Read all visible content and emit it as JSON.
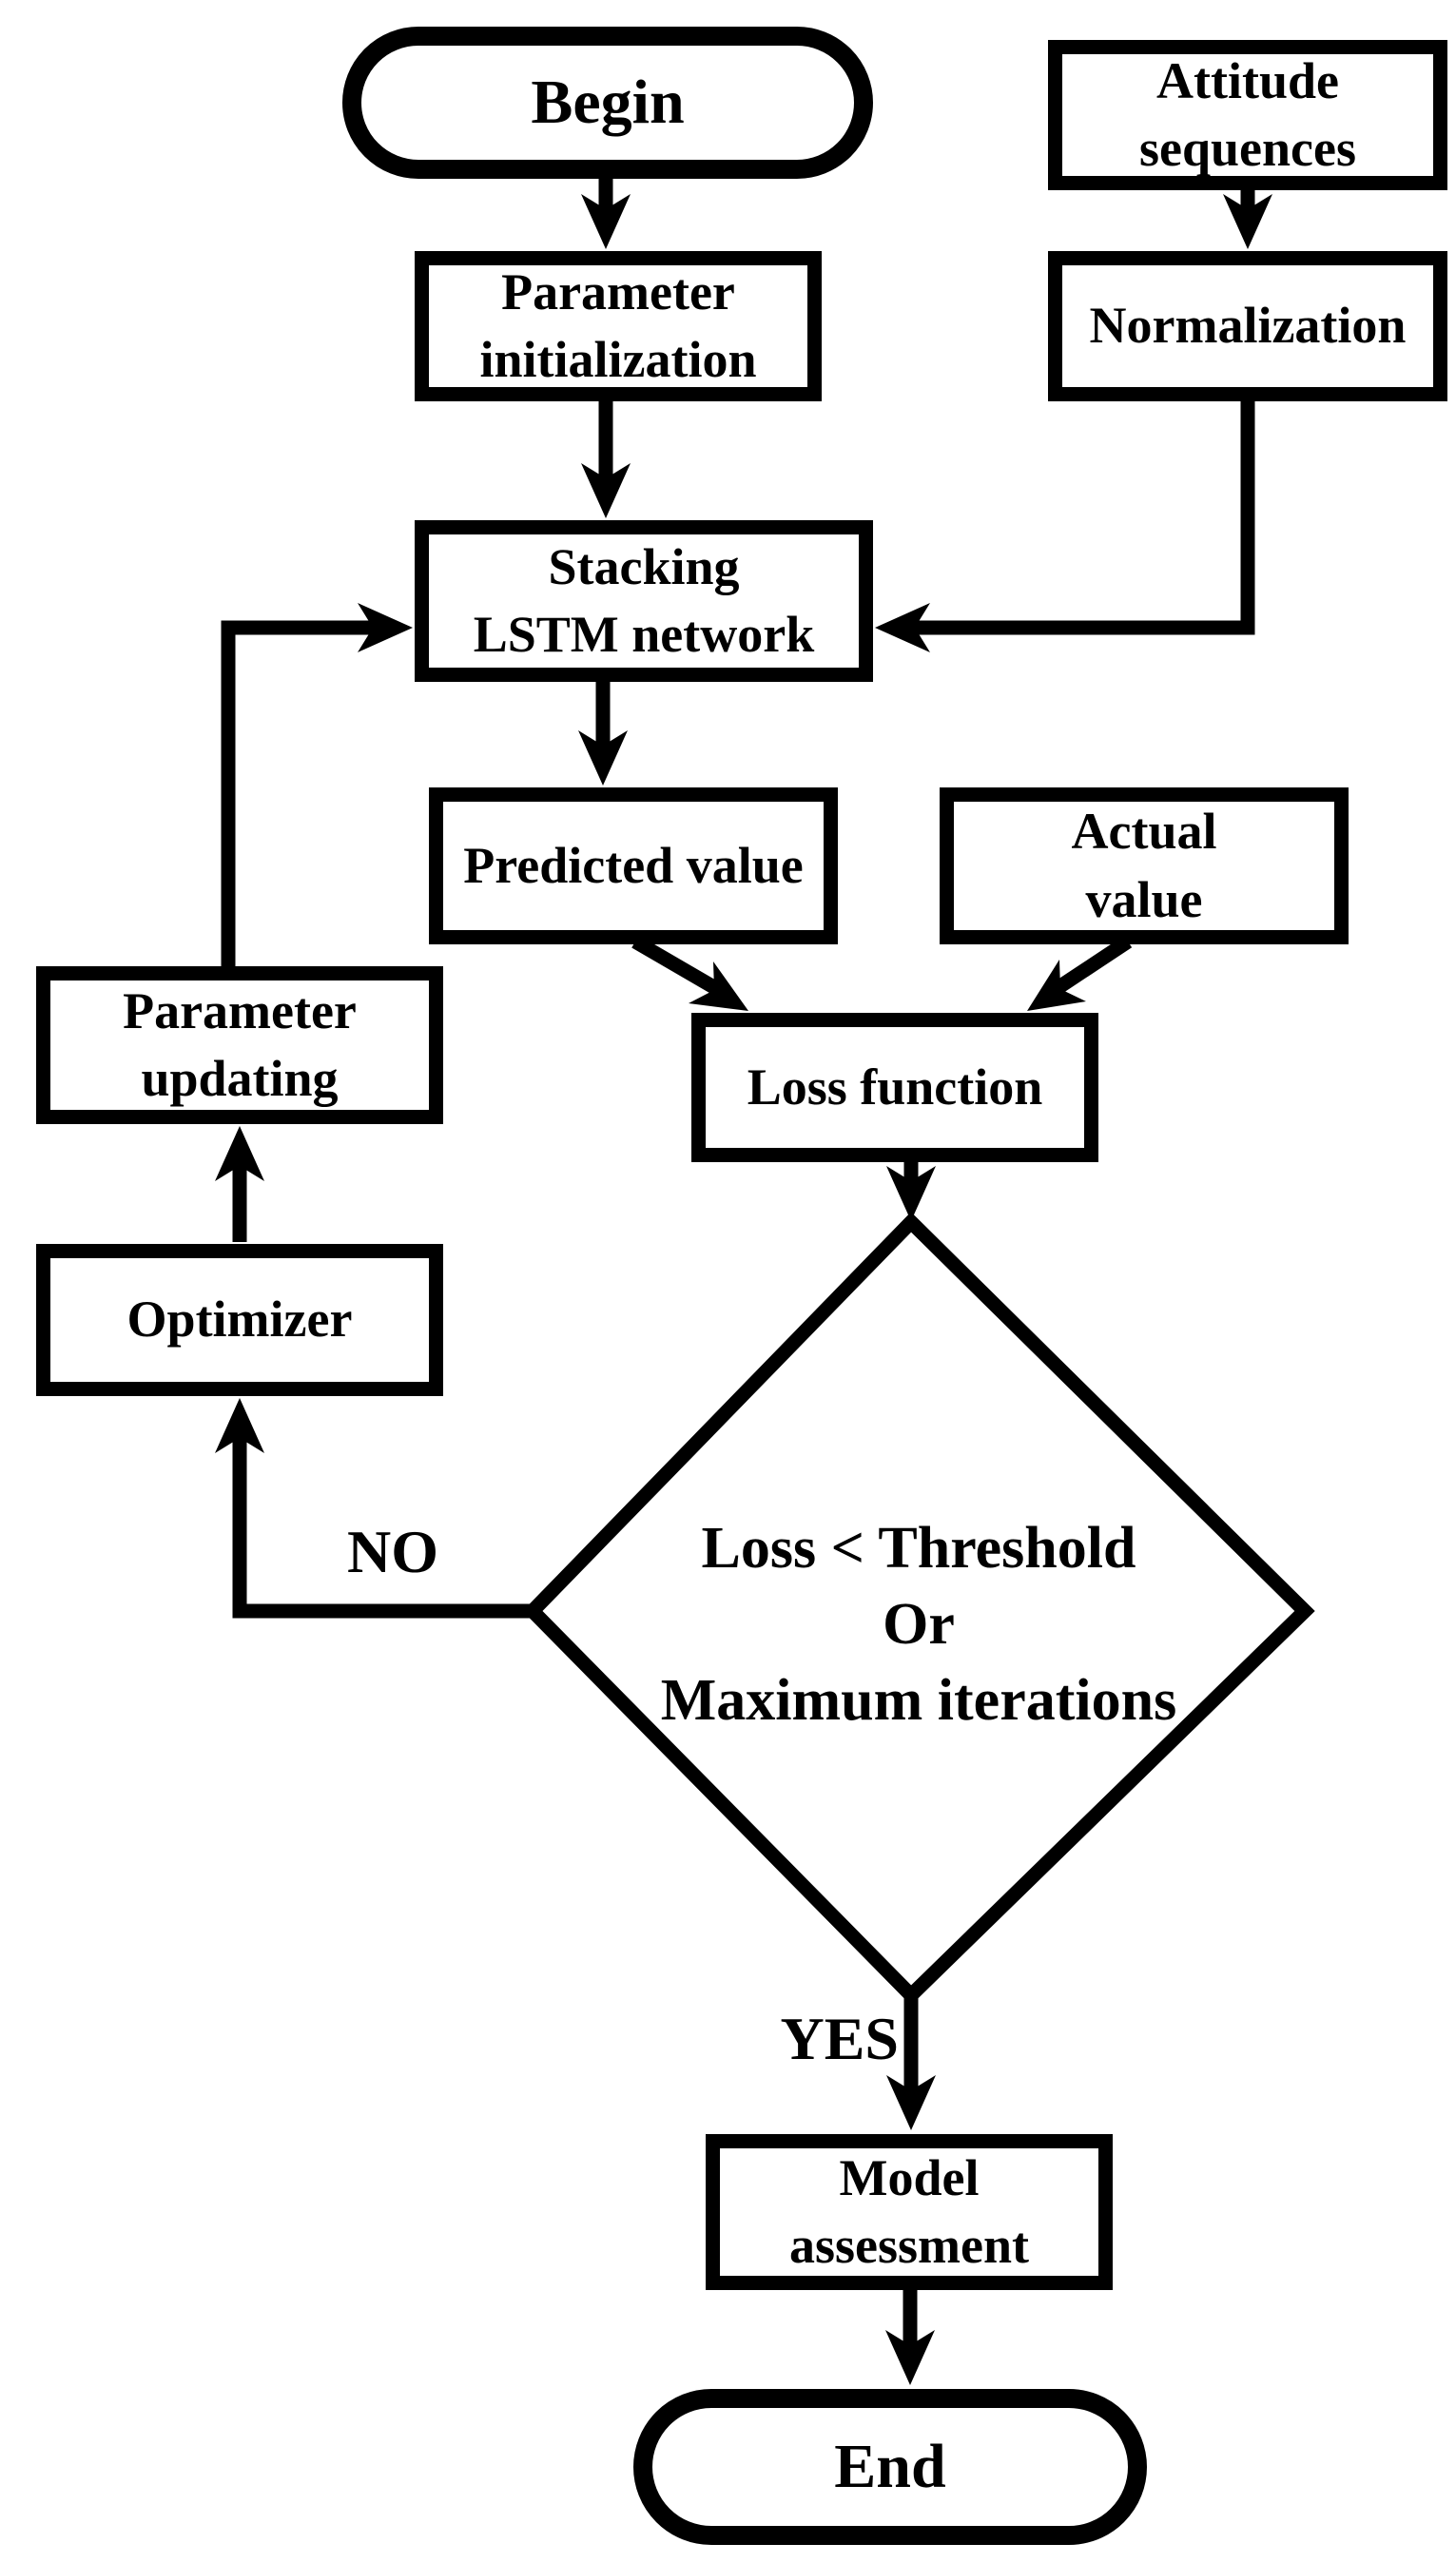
{
  "colors": {
    "ink": "#000000",
    "paper": "#ffffff"
  },
  "nodes": {
    "begin": {
      "shape": "terminator",
      "lines": [
        "Begin"
      ]
    },
    "attitude": {
      "shape": "process",
      "lines": [
        "Attitude",
        "sequences"
      ]
    },
    "param_init": {
      "shape": "process",
      "lines": [
        "Parameter",
        "initialization"
      ]
    },
    "normalization": {
      "shape": "process",
      "lines": [
        "Normalization"
      ]
    },
    "stacking": {
      "shape": "process",
      "lines": [
        "Stacking",
        "LSTM network"
      ]
    },
    "predicted": {
      "shape": "process",
      "lines": [
        "Predicted value"
      ]
    },
    "actual": {
      "shape": "process",
      "lines": [
        "Actual",
        "value"
      ]
    },
    "loss": {
      "shape": "process",
      "lines": [
        "Loss function"
      ]
    },
    "param_updating": {
      "shape": "process",
      "lines": [
        "Parameter",
        "updating"
      ]
    },
    "optimizer": {
      "shape": "process",
      "lines": [
        "Optimizer"
      ]
    },
    "decision": {
      "shape": "decision",
      "lines": [
        "Loss < Threshold",
        "Or",
        "Maximum iterations"
      ]
    },
    "model": {
      "shape": "process",
      "lines": [
        "Model",
        "assessment"
      ]
    },
    "end": {
      "shape": "terminator",
      "lines": [
        "End"
      ]
    }
  },
  "edge_labels": {
    "no": "NO",
    "yes": "YES"
  }
}
